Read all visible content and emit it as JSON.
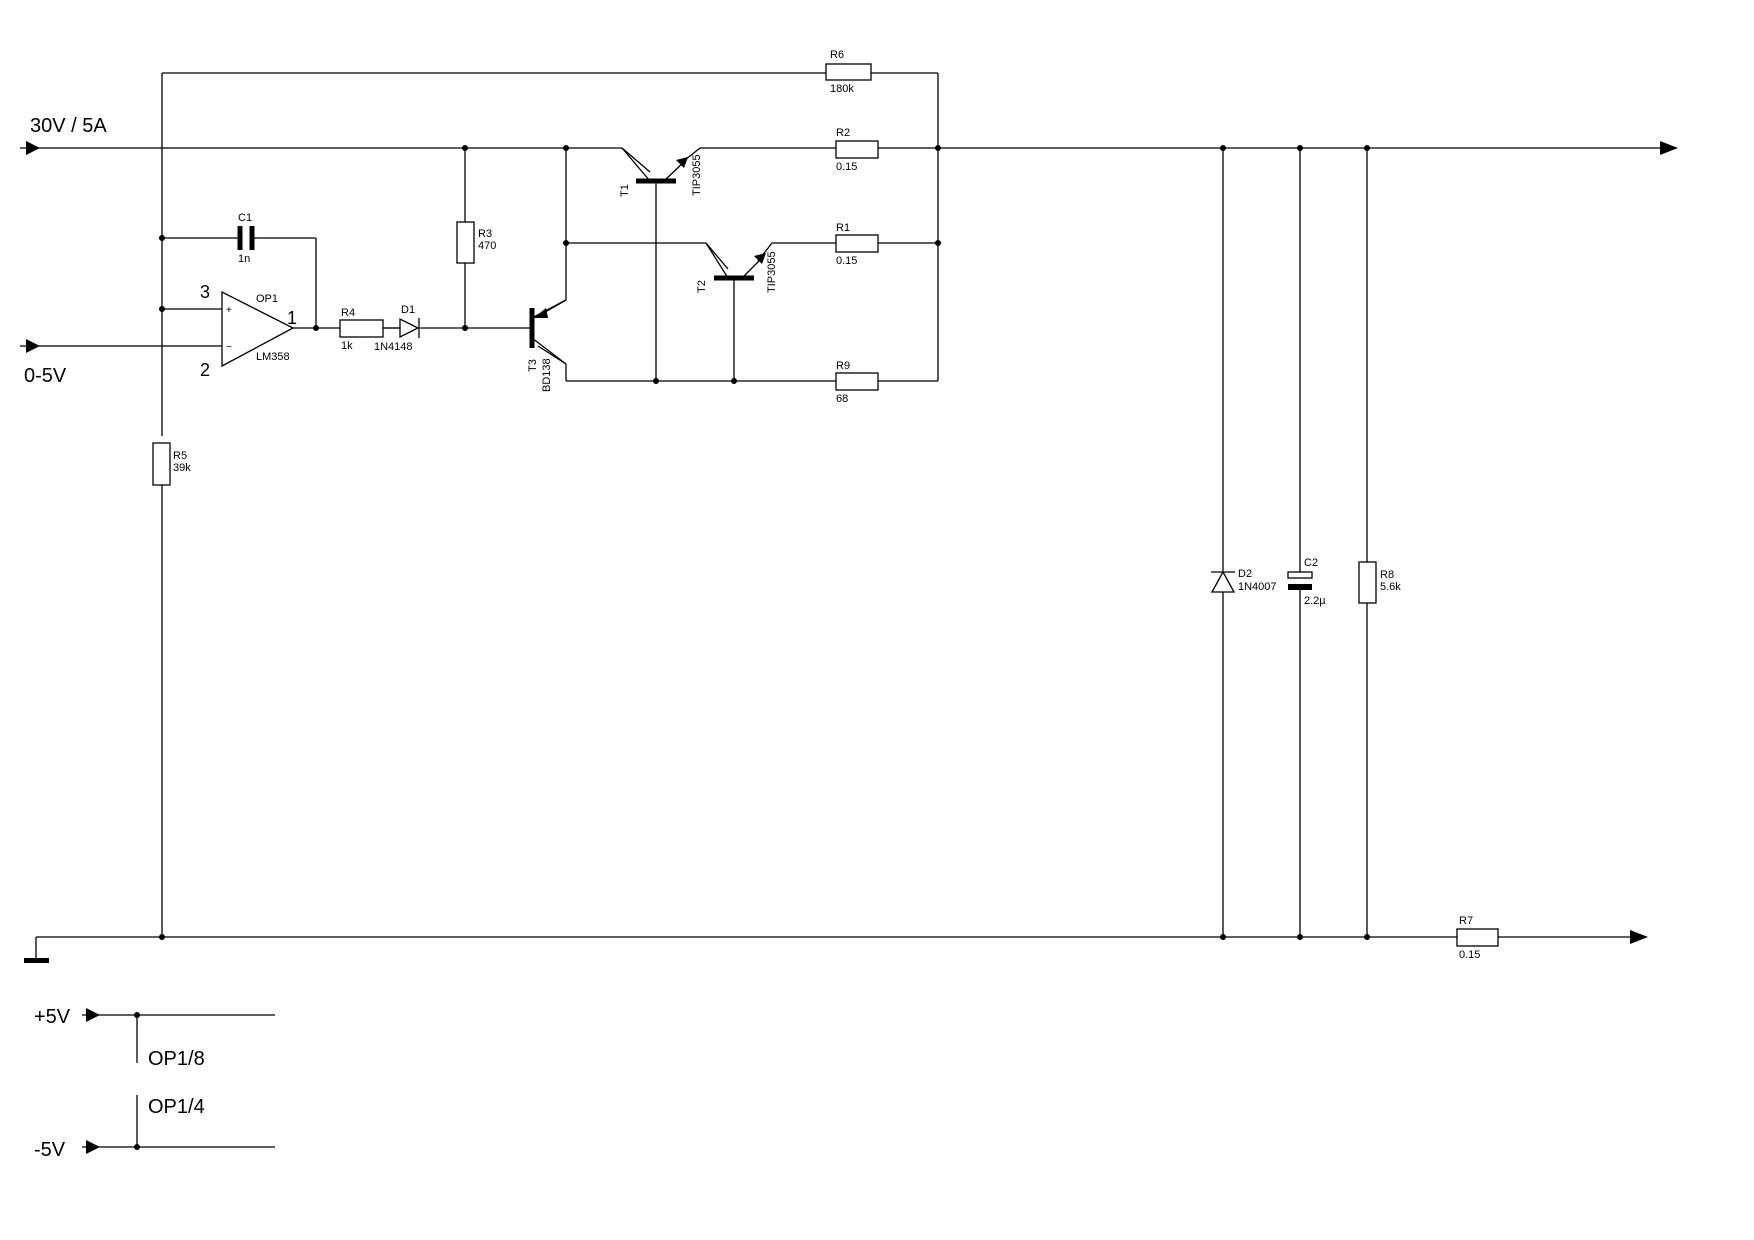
{
  "nets": {
    "in_power": "30V / 5A",
    "in_control": "0-5V",
    "pos_supply": "+5V",
    "neg_supply": "-5V",
    "op_pin8": "OP1/8",
    "op_pin4": "OP1/4"
  },
  "opamp": {
    "ref": "OP1",
    "part": "LM358",
    "pin_noninv": "3",
    "pin_inv": "2",
    "pin_out": "1",
    "plus_sign": "+",
    "minus_sign": "−"
  },
  "components": {
    "R1": {
      "ref": "R1",
      "value": "0.15"
    },
    "R2": {
      "ref": "R2",
      "value": "0.15"
    },
    "R3": {
      "ref": "R3",
      "value": "470"
    },
    "R4": {
      "ref": "R4",
      "value": "1k"
    },
    "R5": {
      "ref": "R5",
      "value": "39k"
    },
    "R6": {
      "ref": "R6",
      "value": "180k"
    },
    "R7": {
      "ref": "R7",
      "value": "0.15"
    },
    "R8": {
      "ref": "R8",
      "value": "5.6k"
    },
    "R9": {
      "ref": "R9",
      "value": "68"
    },
    "C1": {
      "ref": "C1",
      "value": "1n"
    },
    "C2": {
      "ref": "C2",
      "value": "2.2µ"
    },
    "D1": {
      "ref": "D1",
      "value": "1N4148"
    },
    "D2": {
      "ref": "D2",
      "value": "1N4007"
    },
    "T1": {
      "ref": "T1",
      "value": "TIP3055"
    },
    "T2": {
      "ref": "T2",
      "value": "TIP3055"
    },
    "T3": {
      "ref": "T3",
      "value": "BD138"
    }
  }
}
